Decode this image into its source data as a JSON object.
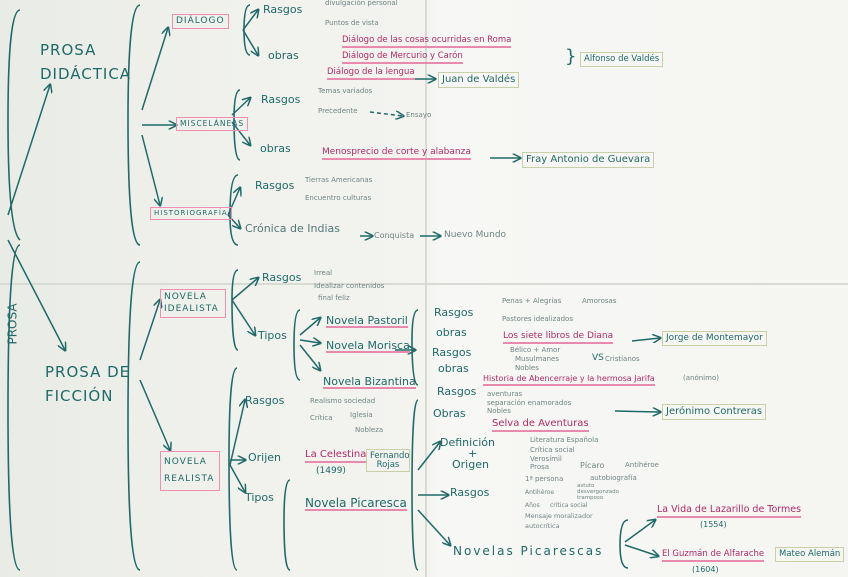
{
  "prosa_didactica": "PROSA DIDÁCTICA",
  "prosa_ficcion": "PROSA DE FICCIÓN",
  "prosa_side": "PROSA",
  "dialogo": {
    "title": "DIÁLOGO",
    "rasgos": "Rasgos",
    "rasgos_items": [
      "divulgación personal",
      "Puntos de vista"
    ],
    "obras": "obras",
    "works": [
      "Diálogo de las cosas ocurridas en Roma",
      "Diálogo de Mercurio y Carón",
      "Diálogo de la lengua"
    ],
    "author1": "Alfonso de Valdés",
    "author2": "Juan de Valdés"
  },
  "miscelaneas": {
    "title": "MISCELÁNEAS",
    "rasgos": "Rasgos",
    "rasgos_items": [
      "Temas variados",
      "Precedente"
    ],
    "ensayo": "Ensayo",
    "obras": "obras",
    "work": "Menosprecio de corte y alabanza",
    "author": "Fray Antonio de Guevara"
  },
  "historiografia": {
    "title": "HISTORIOGRAFÍA",
    "rasgos": "Rasgos",
    "rasgos_items": [
      "Tierras Americanas",
      "Encuentro culturas"
    ],
    "cronica": "Crónica de Indias",
    "conquista": "Conquista",
    "nuevo_mundo": "Nuevo Mundo"
  },
  "idealista": {
    "title": "NOVELA IDEALISTA",
    "rasgos": "Rasgos",
    "rasgos_items": [
      "Irreal",
      "Idealizar contenidos",
      "final feliz"
    ],
    "tipos": "Tipos",
    "pastoril": {
      "title": "Novela Pastoril",
      "rasgos": "Rasgos",
      "rasgos_items": [
        "Penas + Alegrías",
        "Pastores idealizados"
      ],
      "amorosas": "Amorosas",
      "obras": "obras",
      "work": "Los siete libros de Diana",
      "author": "Jorge de Montemayor"
    },
    "morisca": {
      "title": "Novela Morisca",
      "rasgos": "Rasgos",
      "rasgos_items": [
        "Bélico + Amor",
        "Musulmanes",
        "Nobles"
      ],
      "vs": "VS",
      "cristianos": "Cristianos",
      "obras": "obras",
      "work": "Historia de Abencerraje y la hermosa Jarifa",
      "author": "(anónimo)"
    },
    "bizantina": {
      "title": "Novela Bizantina",
      "rasgos": "Rasgos",
      "rasgos_items": [
        "aventuras",
        "separación enamorados",
        "Nobles"
      ],
      "obras": "Obras",
      "work": "Selva de Aventuras",
      "author": "Jerónimo Contreras"
    }
  },
  "realista": {
    "title": "NOVELA REALISTA",
    "rasgos": "Rasgos",
    "rasgos_items": [
      "Realismo sociedad",
      "Crítica"
    ],
    "critica_items": [
      "Iglesia",
      "Nobleza"
    ],
    "origen": "Orijen",
    "celestina": "La Celestina",
    "celestina_year": "(1499)",
    "celestina_author": "Fernando Rojas",
    "tipos": "Tipos",
    "picaresca": {
      "title": "Novela Picaresca",
      "definicion": "Definición",
      "plus": "+",
      "origen": "Origen",
      "def_items": [
        "Literatura Española",
        "Crítica social",
        "Verosímil",
        "Prosa",
        "Pícaro",
        "Antihéroe"
      ],
      "rasgos": "Rasgos",
      "rasgos_items": [
        "1ª persona",
        "autobiografía",
        "Antihéroe",
        "Años",
        "crítica social",
        "Mensaje moralizador",
        "autocrítica"
      ],
      "antiheroe_items": [
        "astuto",
        "desvergonzado",
        "tramposo"
      ],
      "novelas": "Novelas Picarescas",
      "lazarillo": "La Vida de Lazarillo de Tormes",
      "lazarillo_year": "(1554)",
      "guzman": "El Guzmán de Alfarache",
      "guzman_year": "(1604)",
      "guzman_author": "Mateo Alemán"
    }
  },
  "colors": {
    "ink": "#1f6a66",
    "pink": "#e88aae",
    "magenta": "#b02a68",
    "olive": "#c9cfa6"
  }
}
